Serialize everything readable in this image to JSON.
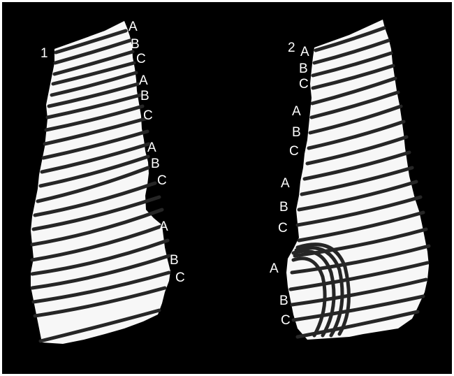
{
  "figure": {
    "background_color": "#000000",
    "fragment_color": "#f7f7f7",
    "stripe_color": "#262626",
    "frame_color": "#ffffff"
  },
  "fragments": [
    {
      "number_label": "1",
      "letters": [
        "A",
        "B",
        "C",
        "A",
        "B",
        "C",
        "A",
        "B",
        "C",
        "A",
        "B",
        "C"
      ]
    },
    {
      "number_label": "2",
      "letters": [
        "A",
        "B",
        "C",
        "A",
        "B",
        "C",
        "A",
        "B",
        "C",
        "A",
        "B",
        "C"
      ]
    }
  ]
}
